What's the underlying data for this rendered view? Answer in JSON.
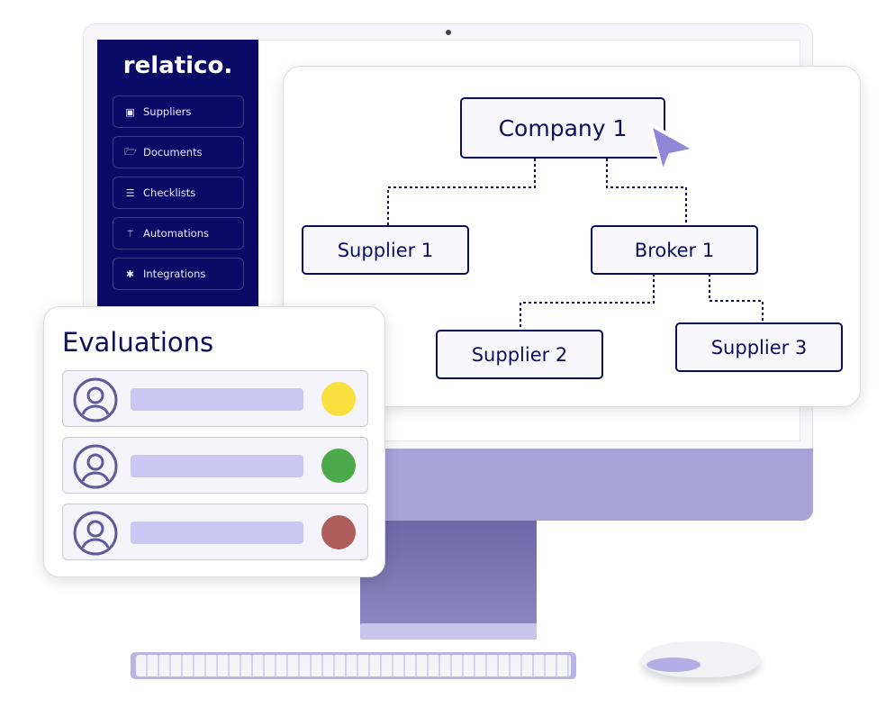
{
  "sidebar": {
    "logo": "relatico.",
    "items": [
      {
        "label": "Suppliers",
        "icon": "contact-book-icon"
      },
      {
        "label": "Documents",
        "icon": "folder-open-icon"
      },
      {
        "label": "Checklists",
        "icon": "checklist-icon"
      },
      {
        "label": "Automations",
        "icon": "magic-wand-icon"
      },
      {
        "label": "Integrations",
        "icon": "plug-icon"
      }
    ]
  },
  "org_chart": {
    "nodes": {
      "company": "Company 1",
      "supplier1": "Supplier 1",
      "broker": "Broker 1",
      "supplier2": "Supplier 2",
      "supplier3": "Supplier 3"
    }
  },
  "evaluations": {
    "title": "Evaluations",
    "rows": [
      {
        "status_color": "#f9e03f"
      },
      {
        "status_color": "#4caa4c"
      },
      {
        "status_color": "#b05d5d"
      }
    ]
  },
  "colors": {
    "navy": "#0a0a66",
    "lavender": "#cbc6f2",
    "cursor": "#8f88d8"
  }
}
